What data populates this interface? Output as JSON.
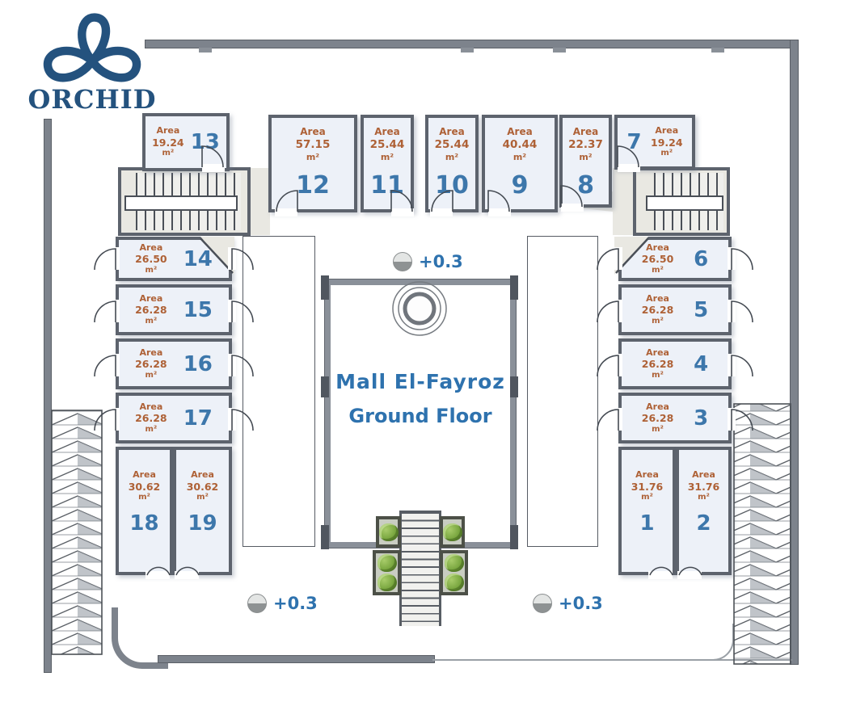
{
  "logo": {
    "brand": "ORCHID"
  },
  "plan": {
    "title_line1": "Mall El-Fayroz",
    "title_line2": "Ground Floor"
  },
  "labels": {
    "area": "Area",
    "sqm": "m²"
  },
  "level_markers": [
    {
      "label": "+0.3"
    },
    {
      "label": "+0.3"
    },
    {
      "label": "+0.3"
    }
  ],
  "units": [
    {
      "number": "1",
      "area": "31.76"
    },
    {
      "number": "2",
      "area": "31.76"
    },
    {
      "number": "3",
      "area": "26.28"
    },
    {
      "number": "4",
      "area": "26.28"
    },
    {
      "number": "5",
      "area": "26.28"
    },
    {
      "number": "6",
      "area": "26.50"
    },
    {
      "number": "7",
      "area": "19.24"
    },
    {
      "number": "8",
      "area": "22.37"
    },
    {
      "number": "9",
      "area": "40.44"
    },
    {
      "number": "10",
      "area": "25.44"
    },
    {
      "number": "11",
      "area": "25.44"
    },
    {
      "number": "12",
      "area": "57.15"
    },
    {
      "number": "13",
      "area": "19.24"
    },
    {
      "number": "14",
      "area": "26.50"
    },
    {
      "number": "15",
      "area": "26.28"
    },
    {
      "number": "16",
      "area": "26.28"
    },
    {
      "number": "17",
      "area": "26.28"
    },
    {
      "number": "18",
      "area": "30.62"
    },
    {
      "number": "19",
      "area": "30.62"
    }
  ],
  "colors": {
    "wall": "#7d838c",
    "room_fill": "#edf1f8",
    "area_text": "#ae6136",
    "number_text": "#3d77ab",
    "title_text": "#2e72ae",
    "logo": "#24527e",
    "vestibule": "#e9e8e2",
    "plant": "#79a63f"
  }
}
